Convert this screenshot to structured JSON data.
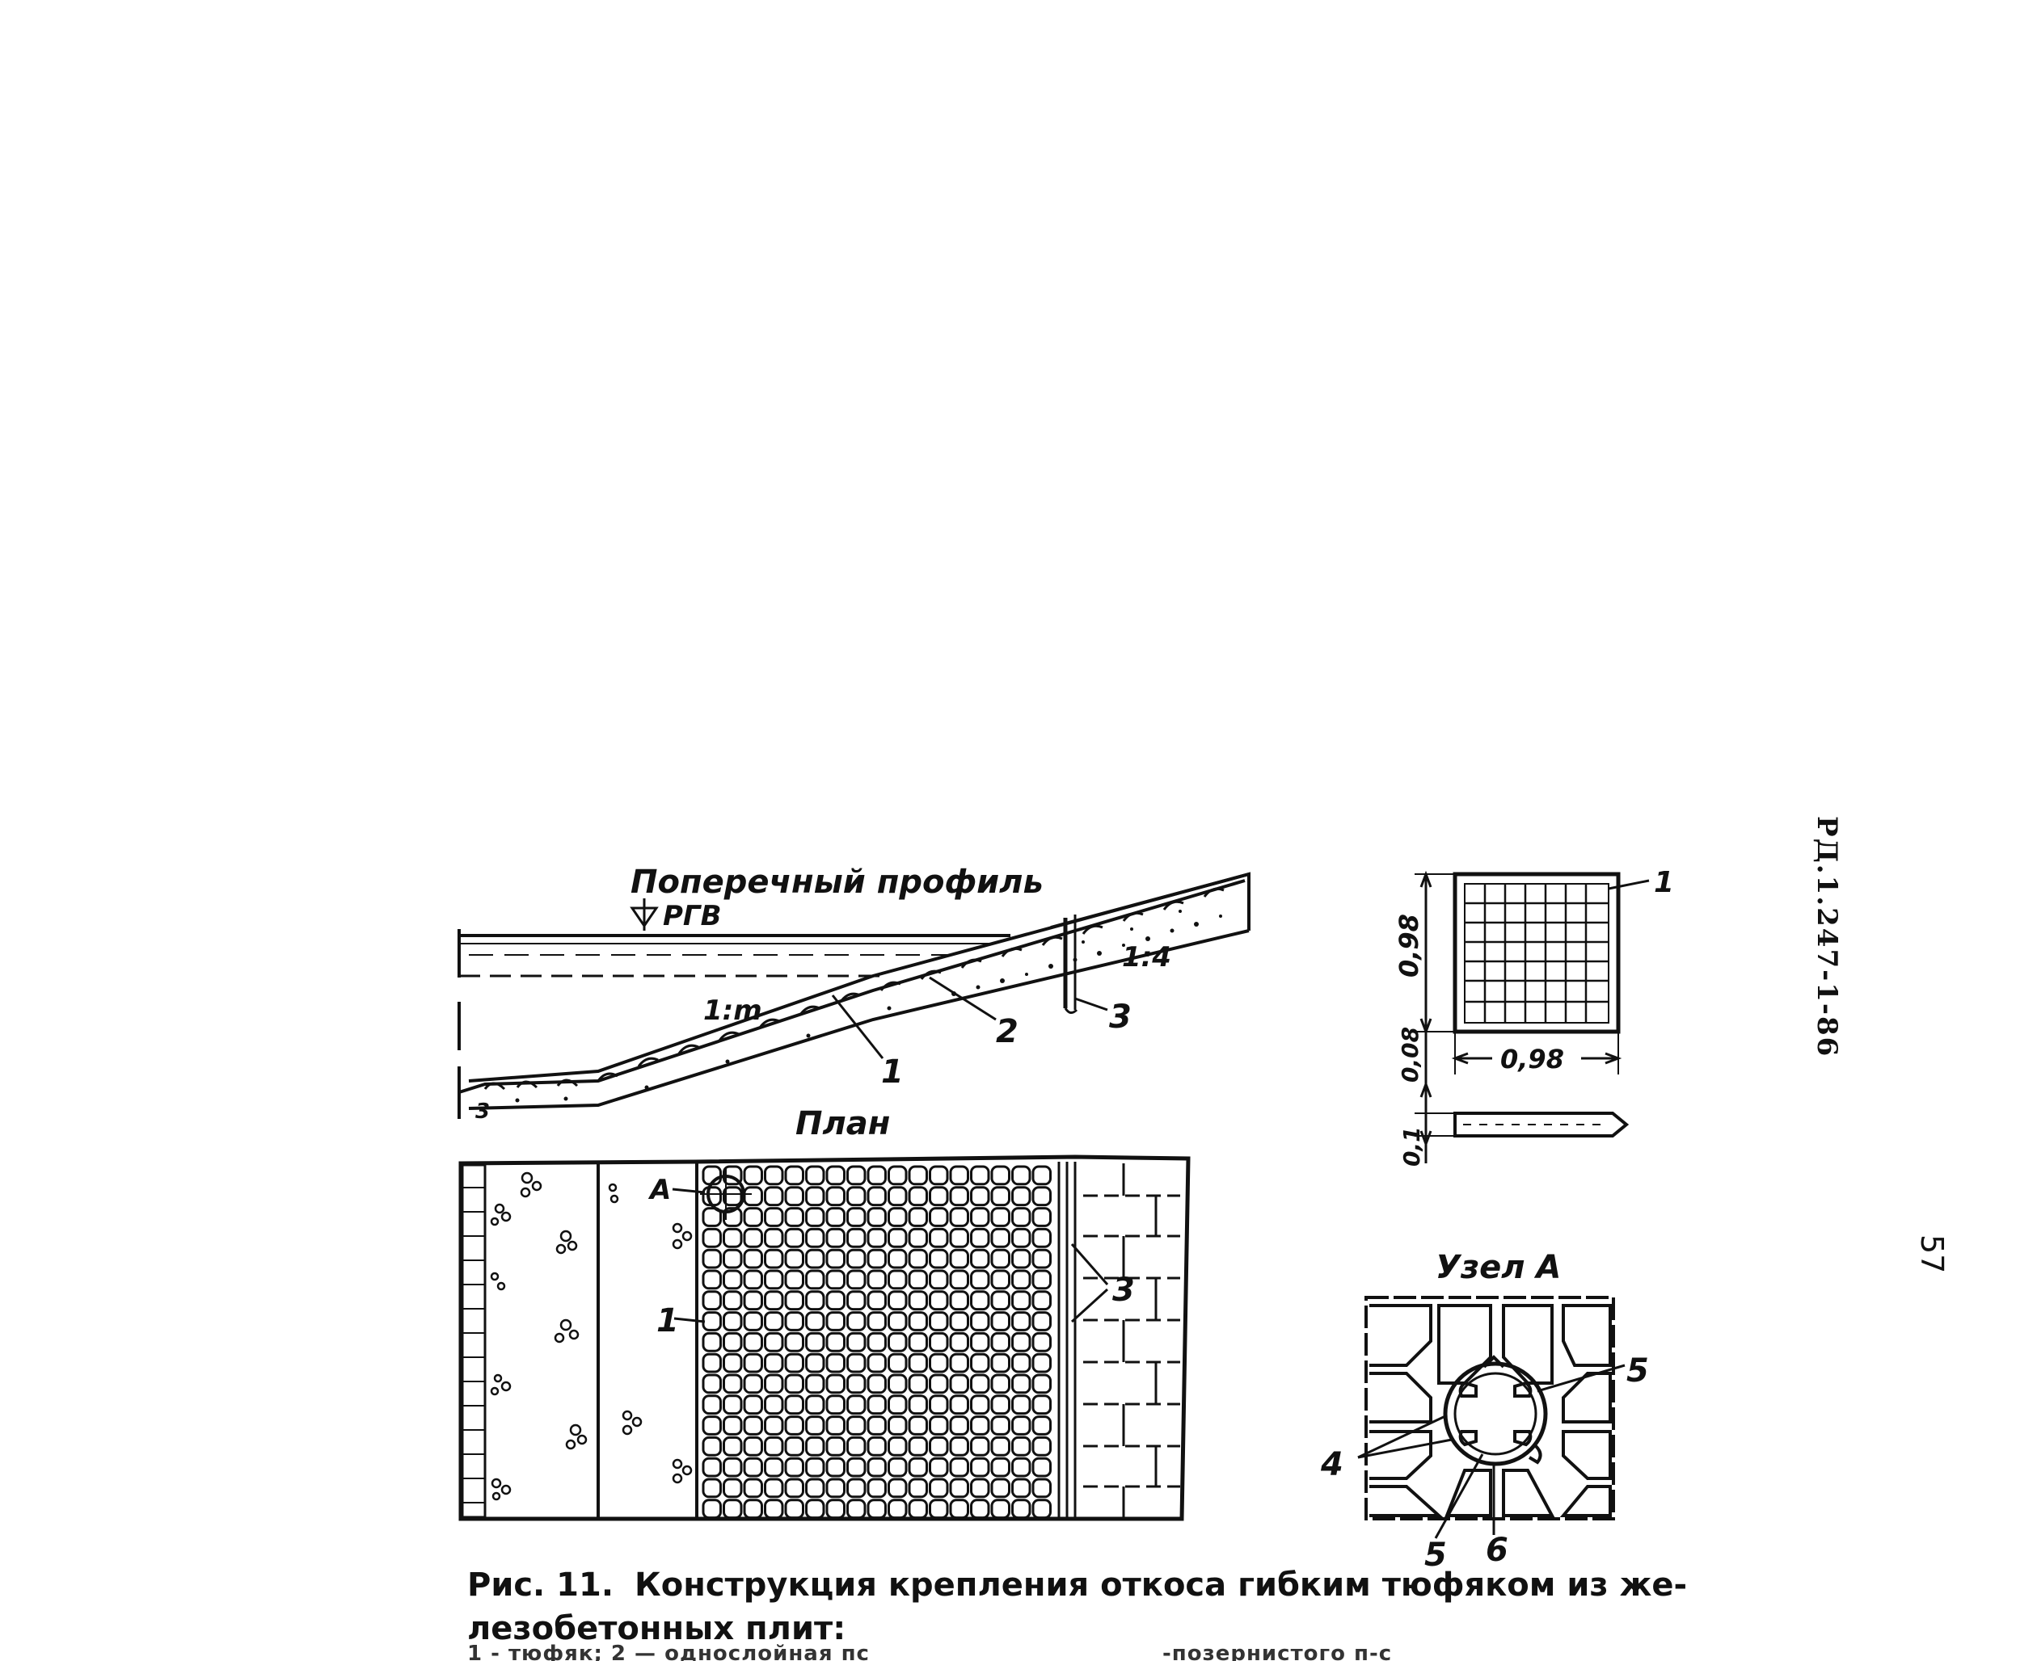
{
  "side_code": "РД.1.247-1-86",
  "page_number": "57",
  "figure": {
    "number": "Рис. 11.",
    "title": "Конструкция крепления откоса гибким тюфяком из же-лезобетонных плит:",
    "legend_fragment_left": "1 - тюфяк; 2 — однослойная пс",
    "legend_fragment_right": "-позернистого п-с"
  },
  "profile": {
    "title": "Поперечный профиль",
    "water_level": "РГВ",
    "slope_lower": "1:m",
    "slope_upper": "1:4",
    "callout_1": "1",
    "callout_2": "2",
    "callout_3": "3",
    "callout_3_low": "3"
  },
  "plan": {
    "title": "План",
    "node_marker": "А",
    "callout_1": "1",
    "callout_3": "3"
  },
  "plate": {
    "callout_1": "1",
    "dim_height": "0,98",
    "dim_width": "0,98",
    "dim_gap": "0,08",
    "dim_thickness": "0,1"
  },
  "node": {
    "title": "Узел А",
    "callout_4": "4",
    "callout_5_right": "5",
    "callout_5_bottom": "5",
    "callout_6": "6"
  }
}
